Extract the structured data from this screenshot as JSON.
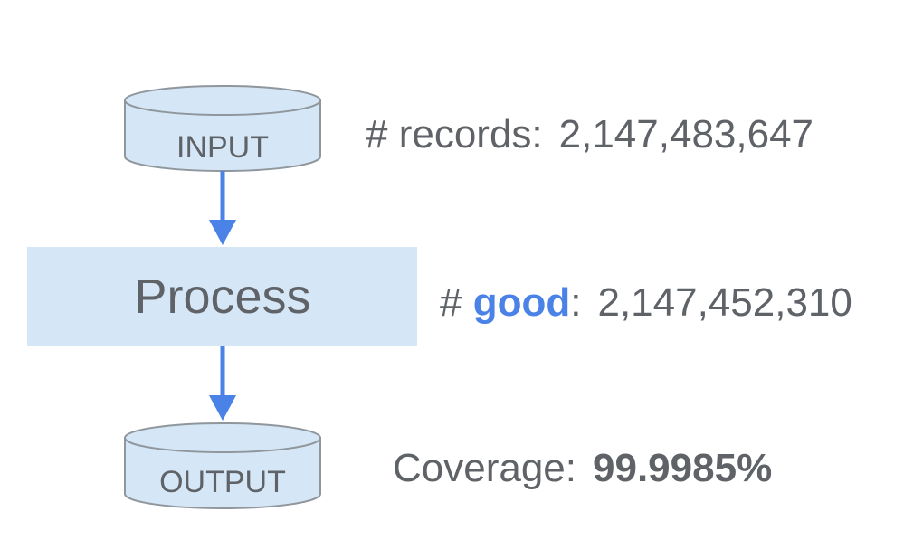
{
  "diagram": {
    "input_label": "INPUT",
    "process_label": "Process",
    "output_label": "OUTPUT"
  },
  "stats": {
    "records": {
      "label": "# records:",
      "value": "2,147,483,647"
    },
    "good": {
      "prefix": "#",
      "keyword": "good",
      "suffix": ":",
      "value": "2,147,452,310"
    },
    "coverage": {
      "label": "Coverage:",
      "value": "99.9985%"
    }
  },
  "colors": {
    "node_fill": "#d5e6f6",
    "cylinder_stroke": "#8f969c",
    "arrow": "#4a82e8",
    "text": "#5f6368",
    "good_highlight": "#4a82e8"
  }
}
